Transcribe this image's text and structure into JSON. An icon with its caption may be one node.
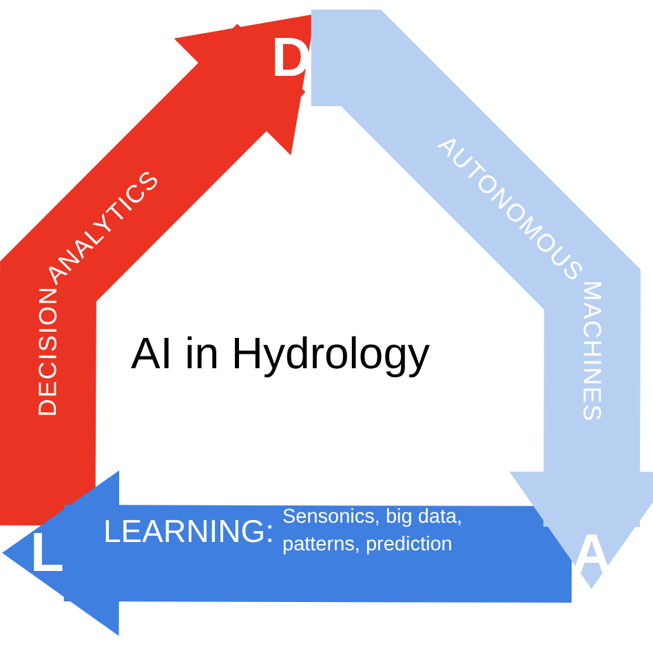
{
  "diagram": {
    "title": "AI in Hydrology",
    "nodes": [
      {
        "text": [
          "D"
        ]
      },
      {
        "text": [
          "A"
        ]
      },
      {
        "text": [
          "L"
        ]
      }
    ],
    "edges": [
      {
        "from": 2,
        "to": 0,
        "arrow": "to",
        "label": "DECISION ANALYTICS",
        "color": "#ea3323"
      },
      {
        "from": 0,
        "to": 1,
        "arrow": "to",
        "label": "AUTONOMOUS MACHINES",
        "color": "#b7d0f2"
      },
      {
        "from": 1,
        "to": 2,
        "arrow": "to",
        "label": "LEARNING:",
        "color": "#3f7fe0"
      }
    ],
    "labels": [
      "Sensonics, big data, patterns, prediction"
    ]
  }
}
